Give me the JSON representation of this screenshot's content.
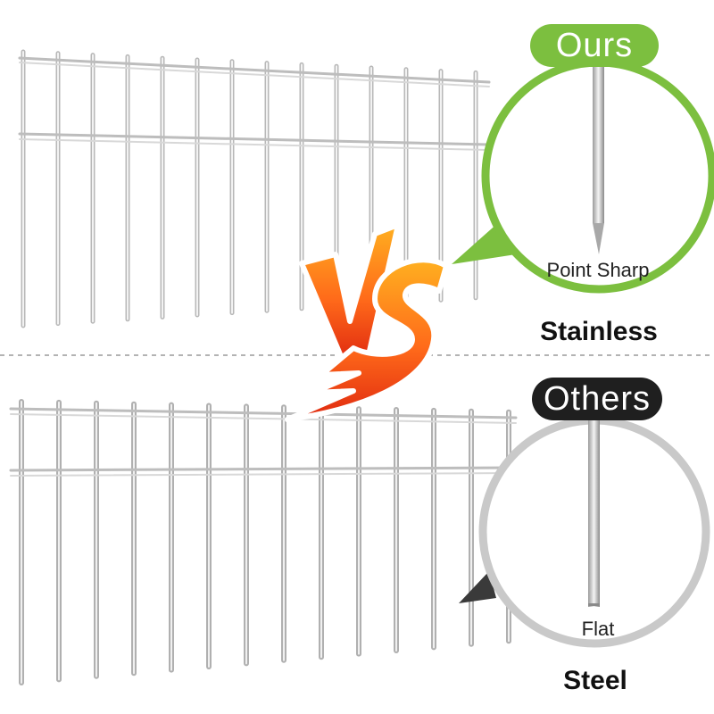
{
  "comparison": {
    "ours": {
      "badge_label": "Ours",
      "tip_caption": "Point Sharp",
      "material": "Stainless",
      "accent_color": "#7cbf3f"
    },
    "vs_label": "VS",
    "others": {
      "badge_label": "Others",
      "tip_caption": "Flat",
      "material": "Steel",
      "accent_color": "#1f1f1f",
      "ring_color": "#c9c9c9"
    }
  }
}
